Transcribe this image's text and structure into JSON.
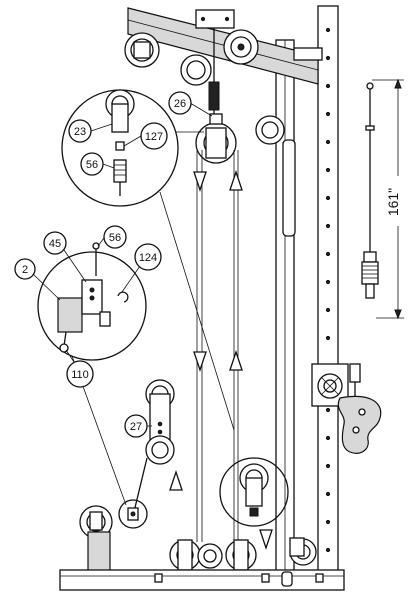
{
  "callouts": {
    "c26": "26",
    "c23": "23",
    "c127": "127",
    "c56_top": "56",
    "c45": "45",
    "c56_mid": "56",
    "c2": "2",
    "c124": "124",
    "c110": "110",
    "c27": "27"
  },
  "dimension": {
    "length": "161\""
  }
}
